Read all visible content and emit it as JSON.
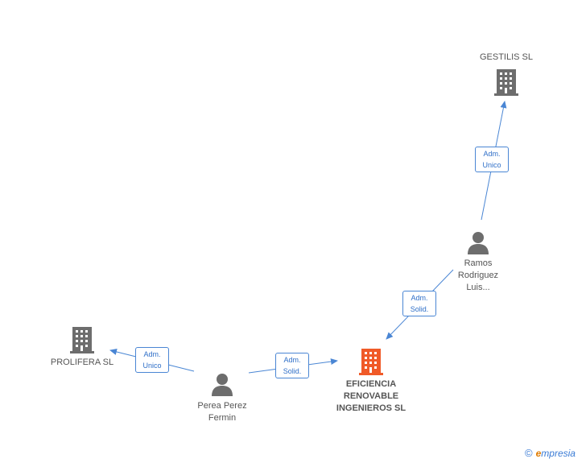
{
  "nodes": {
    "gestilis": {
      "label": "GESTILIS SL"
    },
    "ramos": {
      "label_lines": [
        "Ramos",
        "Rodriguez",
        "Luis..."
      ]
    },
    "prolifera": {
      "label": "PROLIFERA SL"
    },
    "perea": {
      "label_lines": [
        "Perea Perez",
        "Fermin"
      ]
    },
    "eficiencia": {
      "label_lines": [
        "EFICIENCIA",
        "RENOVABLE",
        "INGENIEROS SL"
      ]
    }
  },
  "edges": {
    "ramos_gestilis": {
      "lines": [
        "Adm.",
        "Unico"
      ]
    },
    "ramos_eficiencia": {
      "lines": [
        "Adm.",
        "Solid."
      ]
    },
    "perea_prolifera": {
      "lines": [
        "Adm.",
        "Unico"
      ]
    },
    "perea_eficiencia": {
      "lines": [
        "Adm.",
        "Solid."
      ]
    }
  },
  "colors": {
    "building_gray": "#6d6d6d",
    "building_main": "#f05a28",
    "person_gray": "#6d6d6d",
    "edge_blue": "#4a86d4"
  },
  "brand": {
    "copyright": "©",
    "e": "e",
    "rest": "mpresia"
  }
}
